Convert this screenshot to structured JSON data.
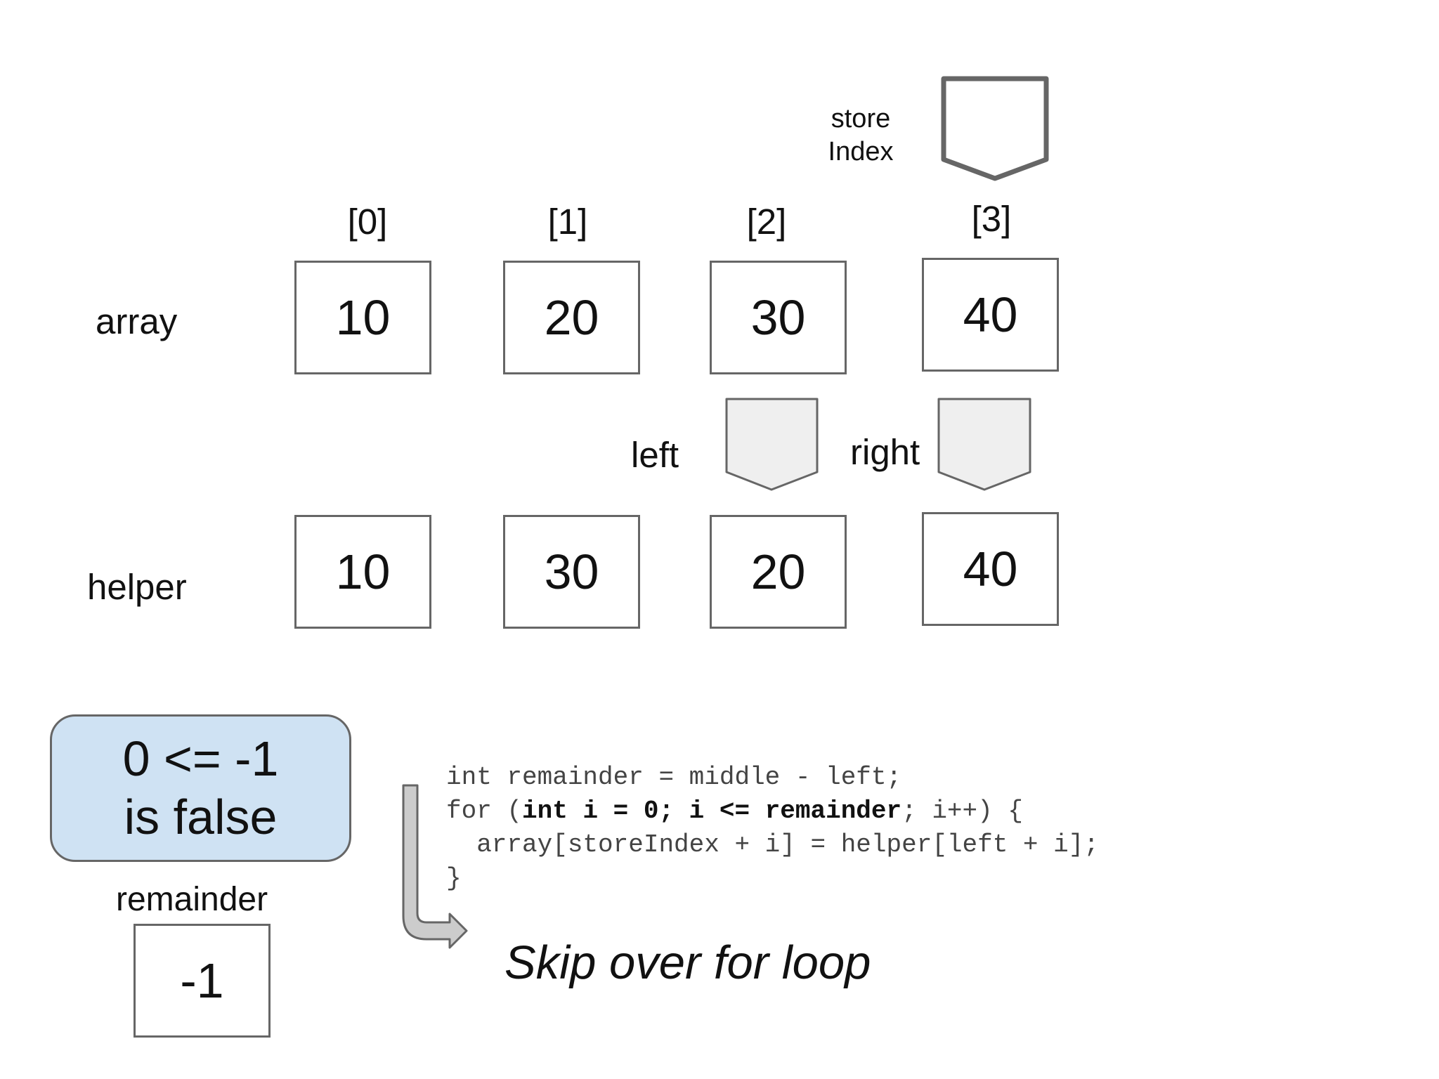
{
  "store_index": {
    "label_line1": "store",
    "label_line2": "Index"
  },
  "indices": [
    "[0]",
    "[1]",
    "[2]",
    "[3]"
  ],
  "array": {
    "label": "array",
    "values": [
      "10",
      "20",
      "30",
      "40"
    ]
  },
  "helper": {
    "label": "helper",
    "values": [
      "10",
      "30",
      "20",
      "40"
    ]
  },
  "pointers": {
    "left_label": "left",
    "right_label": "right"
  },
  "condition": {
    "line1": "0 <= -1",
    "line2": "is false"
  },
  "remainder": {
    "label": "remainder",
    "value": "-1"
  },
  "code": {
    "line1": "int remainder = middle - left;",
    "line2_a": "for (",
    "line2_b": "int i = 0; i <= remainder",
    "line2_c": "; i++) {",
    "line3": "  array[storeIndex + i] = helper[left + i];",
    "line4": "}"
  },
  "annotation": "Skip over for loop",
  "colors": {
    "pointer_fill": "#efefef",
    "pointer_stroke": "#666666",
    "condition_fill": "#cfe2f3",
    "arrow_fill": "#cccccc"
  }
}
